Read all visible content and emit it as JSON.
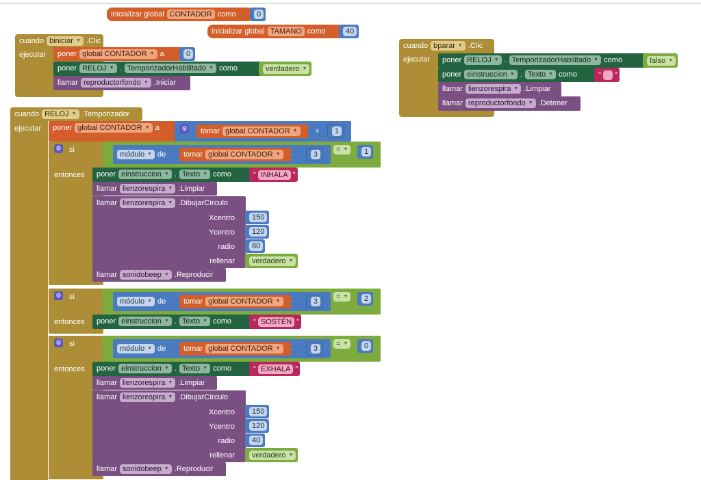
{
  "globals": [
    {
      "keyword": "inicializar global",
      "name": "CONTADOR",
      "como": "como",
      "value": "0"
    },
    {
      "keyword": "inicializar global",
      "name": "TAMANO",
      "como": "como",
      "value": "40"
    }
  ],
  "biniciar": {
    "cuando": "cuando",
    "component": "biniciar",
    "event": ".Clic",
    "ejecutar": "ejecutar",
    "stmt1": {
      "poner": "poner",
      "var": "global CONTADOR",
      "a": "a",
      "value": "0"
    },
    "stmt2": {
      "poner": "poner",
      "component": "RELOJ",
      "dot": ".",
      "prop": "TemporizadorHabilitado",
      "como": "como",
      "value": "verdadero"
    },
    "stmt3": {
      "llamar": "llamar",
      "component": "reproductorfondo",
      "method": ".Iniciar"
    }
  },
  "bparar": {
    "cuando": "cuando",
    "component": "bparar",
    "event": ".Clic",
    "ejecutar": "ejecutar",
    "stmt1": {
      "poner": "poner",
      "component": "RELOJ",
      "dot": ".",
      "prop": "TemporizadorHabilitado",
      "como": "como",
      "value": "falso"
    },
    "stmt2": {
      "poner": "poner",
      "component": "einstruccion",
      "dot": ".",
      "prop": "Texto",
      "como": "como",
      "value": ""
    },
    "stmt3": {
      "llamar": "llamar",
      "component": "lienzorespira",
      "method": ".Limpiar"
    },
    "stmt4": {
      "llamar": "llamar",
      "component": "reproductorfondo",
      "method": ".Detener"
    }
  },
  "reloj": {
    "cuando": "cuando",
    "component": "RELOJ",
    "event": ".Temporizador",
    "ejecutar": "ejecutar",
    "set": {
      "poner": "poner",
      "var": "global CONTADOR",
      "a": "a",
      "tomar": "tomar",
      "getvar": "global CONTADOR",
      "op": "+",
      "value": "1"
    },
    "ifs": [
      {
        "si": "si",
        "entonces": "entonces",
        "modulo": "módulo",
        "de": "de",
        "tomar": "tomar",
        "getvar": "global CONTADOR",
        "div": "÷",
        "divisor": "3",
        "eq": "=",
        "compare": "1",
        "text": {
          "poner": "poner",
          "component": "einstruccion",
          "dot": ".",
          "prop": "Texto",
          "como": "como",
          "value": "INHALA"
        },
        "limpiar": {
          "llamar": "llamar",
          "component": "lienzorespira",
          "method": ".Limpiar"
        },
        "circulo": {
          "llamar": "llamar",
          "component": "lienzorespira",
          "method": ".DibujarCírculo",
          "xlabel": "Xcentro",
          "x": "150",
          "ylabel": "Ycentro",
          "y": "120",
          "rlabel": "radio",
          "r": "80",
          "flabel": "rellenar",
          "fill": "verdadero"
        },
        "beep": {
          "llamar": "llamar",
          "component": "sonidobeep",
          "method": ".Reproducir"
        }
      },
      {
        "si": "si",
        "entonces": "entonces",
        "modulo": "módulo",
        "de": "de",
        "tomar": "tomar",
        "getvar": "global CONTADOR",
        "div": "÷",
        "divisor": "3",
        "eq": "=",
        "compare": "2",
        "text": {
          "poner": "poner",
          "component": "einstruccion",
          "dot": ".",
          "prop": "Texto",
          "como": "como",
          "value": "SOSTÉN"
        }
      },
      {
        "si": "si",
        "entonces": "entonces",
        "modulo": "módulo",
        "de": "de",
        "tomar": "tomar",
        "getvar": "global CONTADOR",
        "div": "÷",
        "divisor": "3",
        "eq": "=",
        "compare": "0",
        "text": {
          "poner": "poner",
          "component": "einstruccion",
          "dot": ".",
          "prop": "Texto",
          "como": "como",
          "value": "EXHALA"
        },
        "limpiar": {
          "llamar": "llamar",
          "component": "lienzorespira",
          "method": ".Limpiar"
        },
        "circulo": {
          "llamar": "llamar",
          "component": "lienzorespira",
          "method": ".DibujarCírculo",
          "xlabel": "Xcentro",
          "x": "150",
          "ylabel": "Ycentro",
          "y": "120",
          "rlabel": "radio",
          "r": "40",
          "flabel": "rellenar",
          "fill": "verdadero"
        },
        "beep": {
          "llamar": "llamar",
          "component": "sonidobeep",
          "method": ".Reproducir"
        }
      }
    ]
  }
}
